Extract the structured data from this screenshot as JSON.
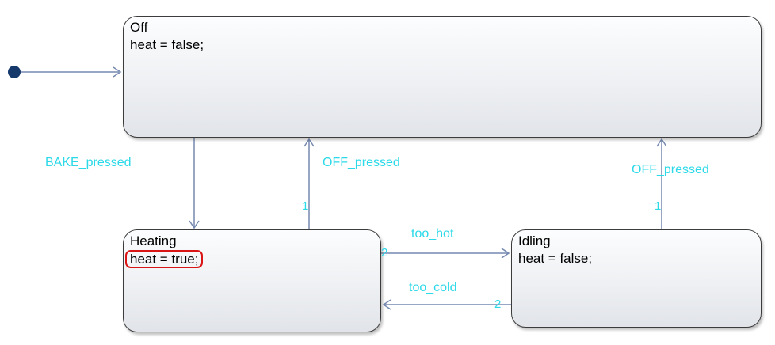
{
  "states": {
    "off": {
      "title": "Off",
      "body": "heat = false;"
    },
    "heating": {
      "title": "Heating",
      "body": "heat = true;"
    },
    "idling": {
      "title": "Idling",
      "body": "heat = false;"
    }
  },
  "transitions": {
    "bake": {
      "label": "BAKE_pressed"
    },
    "off_from_heating": {
      "label": "OFF_pressed",
      "order": "1"
    },
    "off_from_idling": {
      "label": "OFF_pressed",
      "order": "1"
    },
    "too_hot": {
      "label": "too_hot",
      "order": "2"
    },
    "too_cold": {
      "label": "too_cold",
      "order": "2"
    }
  },
  "colors": {
    "transition": "#7589b1",
    "label": "#2bd9e8",
    "state_border": "#3c3c3c",
    "highlight": "#d91515",
    "initial_dot": "#16396b"
  }
}
